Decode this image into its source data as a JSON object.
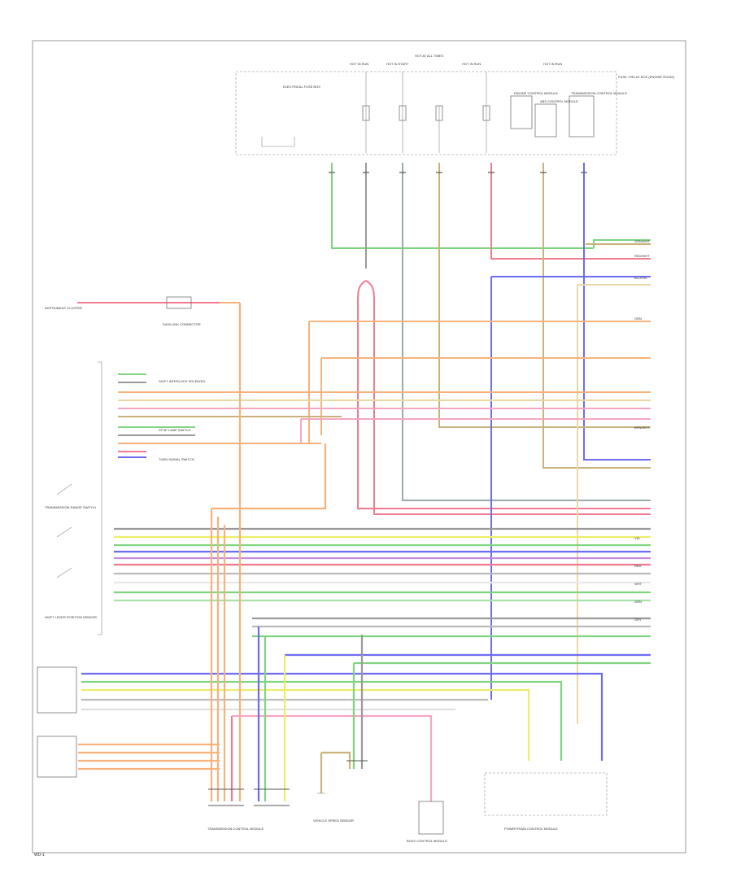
{
  "page": {
    "footer_code": "WD-1"
  },
  "labels": {
    "top_header": "HOT AT ALL TIMES",
    "top_fuse_1": "HOT IN RUN",
    "top_fuse_2": "HOT IN START",
    "top_fuse_3": "HOT IN RUN",
    "top_fuse_4": "HOT IN RUN",
    "elec_fuse_relay": "ELECTRICAL FUSE BOX",
    "right_box_1": "ENGINE CONTROL MODULE",
    "right_box_2": "ABS CONTROL MODULE",
    "right_box_3": "TRANSMISSION CONTROL MODULE",
    "right_box_4": "FUSE / RELAY BOX (ENGINE ROOM)",
    "left_top": "INSTRUMENT CLUSTER",
    "left_mid_conn": "DATA LINK CONNECTOR",
    "left_sw_1": "SHIFT INTERLOCK SOLENOID",
    "left_sw_2": "STOP LAMP SWITCH",
    "left_sw_3": "TURN SIGNAL SWITCH",
    "left_bottom_1": "TRANSMISSION RANGE SWITCH",
    "left_bottom_2": "SHIFT LEVER POSITION SENSOR",
    "bottom_1": "TRANSMISSION CONTROL MODULE",
    "bottom_2": "VEHICLE SPEED SENSOR",
    "bottom_3": "BODY CONTROL MODULE",
    "bottom_4": "POWERTRAIN CONTROL MODULE"
  },
  "wires": {
    "w1": "GRN/WHT",
    "w2": "RED/WHT",
    "w3": "BLU/YEL",
    "w4": "ORN",
    "w5": "YEL",
    "w6": "RED",
    "w7": "WHT",
    "w8": "GRY",
    "w9": "BRN/WHT",
    "w10": "GRN"
  },
  "colors": {
    "green": "#7fd47f",
    "red": "#f07a8e",
    "blue": "#6c6cf0",
    "orange": "#f6b27a",
    "yellow": "#ecec6a",
    "gray": "#bbbbbb",
    "brown": "#c8b47a",
    "tan": "#e8d8a8",
    "pink": "#f5a6c0",
    "violet": "#c08ae0"
  }
}
